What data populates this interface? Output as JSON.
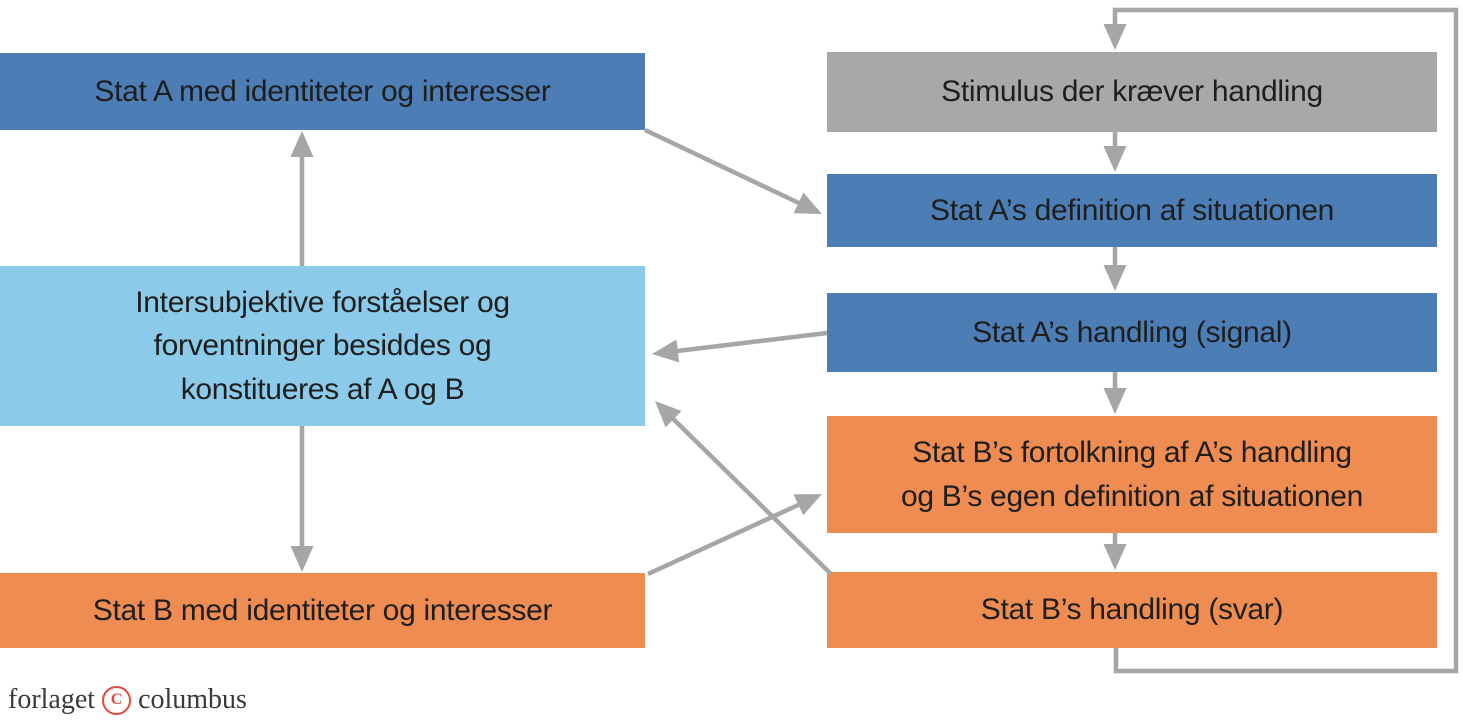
{
  "diagram": {
    "language": "da",
    "topic": "Interaktion mellem Stat A og Stat B"
  },
  "nodes": {
    "stat_a": {
      "label": "Stat A med identiteter og interesser",
      "color": "#4d7db5"
    },
    "intersubjektive": {
      "lines": [
        "Intersubjektive forståelser og",
        "forventninger besiddes og",
        "konstitueres af A og B"
      ],
      "color": "#8bcbe9"
    },
    "stat_b": {
      "label": "Stat B med identiteter og interesser",
      "color": "#ee8c52"
    },
    "stimulus": {
      "label": "Stimulus der kræver handling",
      "color": "#a8a8a8"
    },
    "definition": {
      "label": "Stat A’s definition af situationen",
      "color": "#4d7db5"
    },
    "handling_signal": {
      "label": "Stat A’s handling (signal)",
      "color": "#4d7db5"
    },
    "fortolkning": {
      "lines": [
        "Stat B’s fortolkning af A’s handling",
        "og B’s egen definition af situationen"
      ],
      "color": "#ee8c52"
    },
    "handling_svar": {
      "label": "Stat B’s handling (svar)",
      "color": "#ee8c52"
    }
  },
  "edges": [
    {
      "from": "intersubjektive",
      "to": "stat_a"
    },
    {
      "from": "intersubjektive",
      "to": "stat_b"
    },
    {
      "from": "stat_a",
      "to": "definition"
    },
    {
      "from": "stimulus",
      "to": "definition"
    },
    {
      "from": "definition",
      "to": "handling_signal"
    },
    {
      "from": "handling_signal",
      "to": "fortolkning"
    },
    {
      "from": "fortolkning",
      "to": "handling_svar"
    },
    {
      "from": "handling_signal",
      "to": "intersubjektive"
    },
    {
      "from": "handling_svar",
      "to": "intersubjektive"
    },
    {
      "from": "stat_b",
      "to": "fortolkning"
    },
    {
      "from": "handling_svar",
      "to": "stimulus",
      "style": "feedback-loop"
    }
  ],
  "logo": {
    "part1": "forlaget",
    "symbol": "C",
    "part2": "columbus"
  },
  "colors": {
    "blue": "#4d7db5",
    "light_blue": "#8bcbe9",
    "orange": "#ee8c52",
    "gray_box": "#a8a8a8",
    "arrow": "#a6a6a6",
    "text": "#1e1e1e",
    "logo_accent": "#e2493b"
  }
}
